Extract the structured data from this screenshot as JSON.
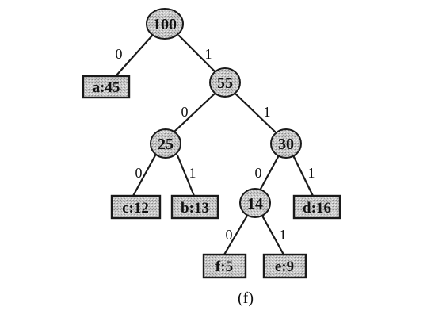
{
  "diagram": {
    "caption": "(f)",
    "fill_color": "#c8c8c8",
    "root": {
      "value": "100",
      "edge0": "0",
      "edge1": "1",
      "left_leaf": "a:45",
      "right": {
        "value": "55",
        "edge0": "0",
        "edge1": "1",
        "left": {
          "value": "25",
          "edge0": "0",
          "edge1": "1",
          "left_leaf": "c:12",
          "right_leaf": "b:13"
        },
        "right": {
          "value": "30",
          "edge0": "0",
          "edge1": "1",
          "left": {
            "value": "14",
            "edge0": "0",
            "edge1": "1",
            "left_leaf": "f:5",
            "right_leaf": "e:9"
          },
          "right_leaf": "d:16"
        }
      }
    }
  }
}
